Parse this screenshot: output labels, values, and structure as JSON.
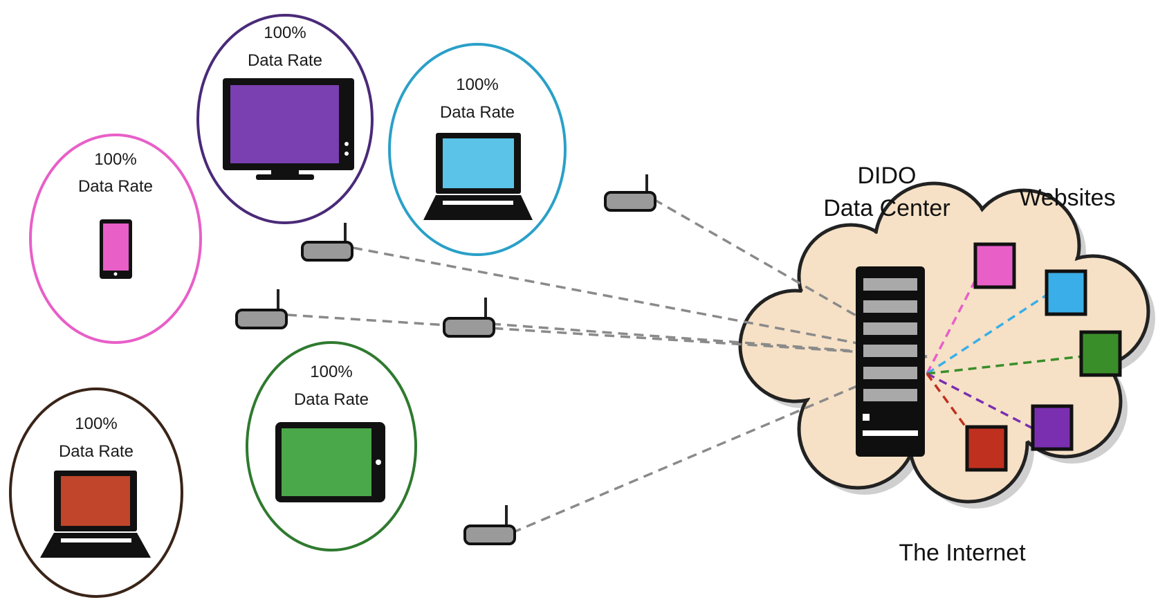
{
  "colors": {
    "phone": "#e85fc8",
    "tv": "#7a3fb0",
    "laptop_blue": "#5bc3e8",
    "tablet": "#4aa84a",
    "laptop_red": "#c0452a",
    "cloud_fill": "#f6e1c6",
    "site_pink": "#e85fc8",
    "site_blue": "#3aaee8",
    "site_green": "#3a8e2a",
    "site_purple": "#7a2fb0",
    "site_red": "#c0301f"
  },
  "devices": [
    {
      "name": "phone",
      "icon": "smartphone-icon",
      "percent": "100%",
      "caption": "Data Rate"
    },
    {
      "name": "tv",
      "icon": "monitor-icon",
      "percent": "100%",
      "caption": "Data Rate"
    },
    {
      "name": "laptop-blue",
      "icon": "laptop-icon",
      "percent": "100%",
      "caption": "Data Rate"
    },
    {
      "name": "tablet",
      "icon": "tablet-icon",
      "percent": "100%",
      "caption": "Data Rate"
    },
    {
      "name": "laptop-red",
      "icon": "laptop-icon",
      "percent": "100%",
      "caption": "Data Rate"
    }
  ],
  "datacenter": {
    "line1": "DIDO",
    "line2": "Data Center"
  },
  "websites_label": "Websites",
  "internet_label": "The Internet"
}
